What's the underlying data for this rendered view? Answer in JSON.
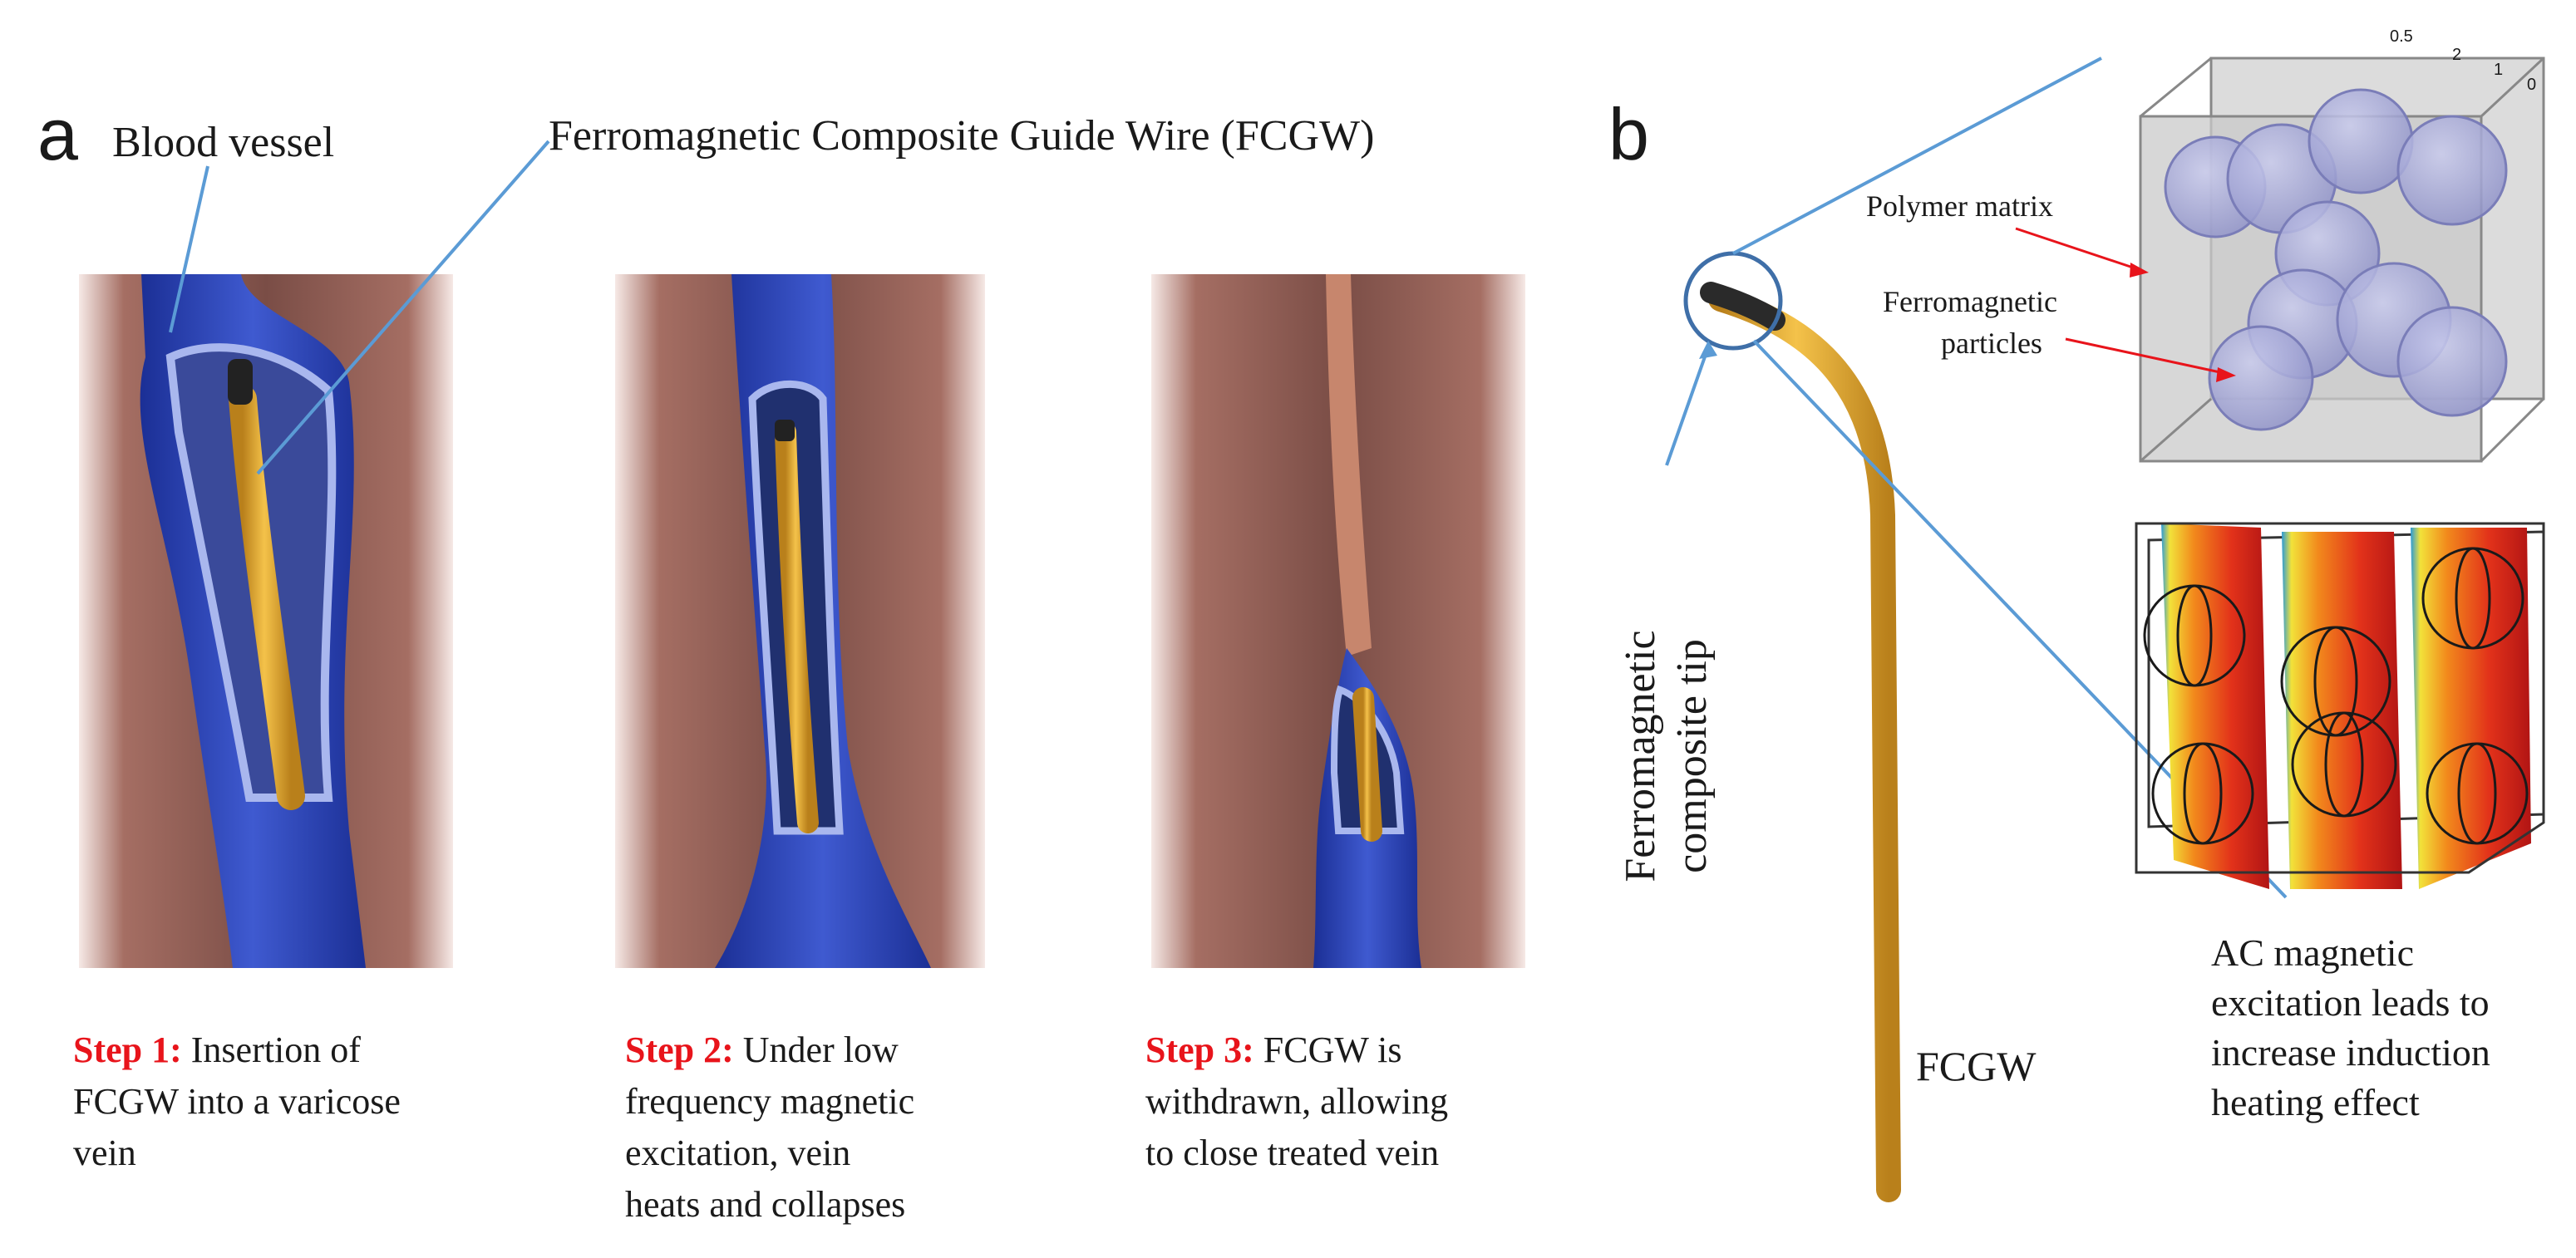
{
  "panel_a": {
    "letter": "a",
    "label_blood_vessel": "Blood vessel",
    "label_guide_wire": "Ferromagnetic Composite Guide Wire (FCGW)",
    "steps": [
      {
        "tag": "Step 1:",
        "lines": [
          " Insertion of",
          "FCGW into a varicose",
          "vein"
        ]
      },
      {
        "tag": "Step 2:",
        "lines": [
          " Under low",
          "frequency magnetic",
          "excitation, vein",
          "heats and collapses"
        ]
      },
      {
        "tag": "Step 3:",
        "lines": [
          " FCGW is",
          "withdrawn, allowing",
          "to close treated vein"
        ]
      }
    ]
  },
  "panel_b": {
    "letter": "b",
    "tip_label_line1": "Ferromagnetic",
    "tip_label_line2": "composite tip",
    "wire_label": "FCGW",
    "polymer_matrix": "Polymer matrix",
    "particles_line1": "Ferromagnetic",
    "particles_line2": "particles",
    "ac_lines": [
      "AC magnetic",
      "excitation leads to",
      "increase induction",
      "heating effect"
    ],
    "axis_ticks": [
      "0.5",
      "2",
      "1",
      "0"
    ]
  },
  "colors": {
    "leader": "#5b9bd5",
    "step_red": "#e8141b",
    "vein_blue": "#2b45b8",
    "wire_gold": "#e0a82e",
    "tissue": "#8a5a52",
    "sphere": "#a6a8d6"
  }
}
